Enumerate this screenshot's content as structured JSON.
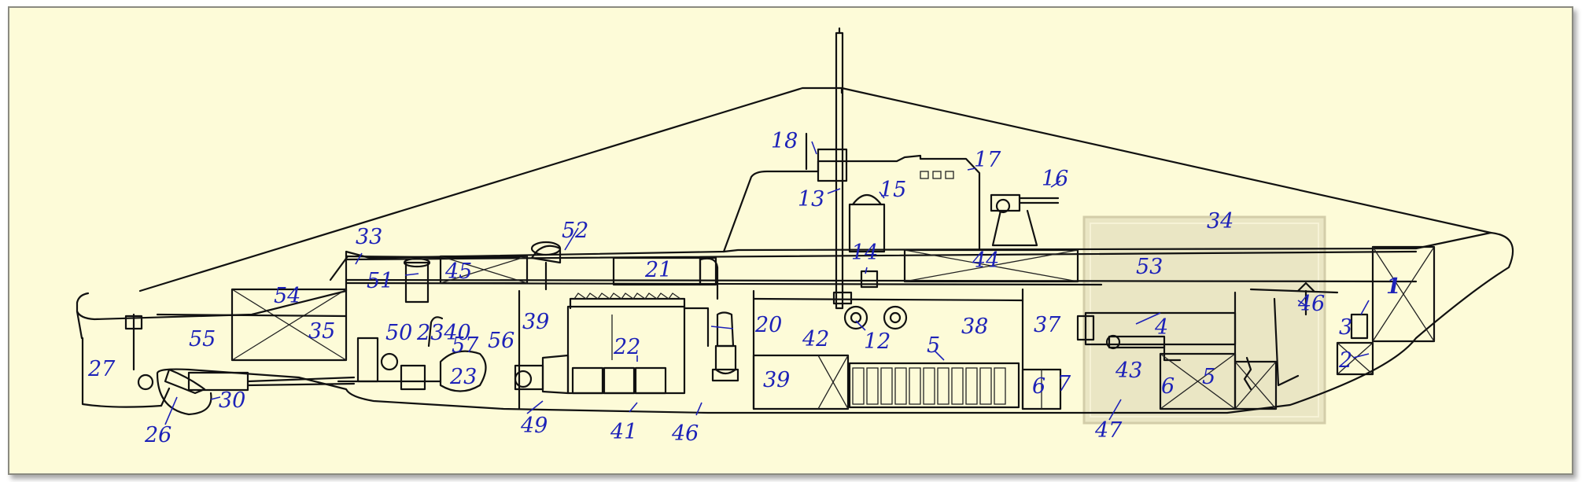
{
  "diagram": {
    "labels": [
      {
        "id": "l1",
        "text": "1"
      },
      {
        "id": "l2",
        "text": "2"
      },
      {
        "id": "l3",
        "text": "3"
      },
      {
        "id": "l4",
        "text": "4"
      },
      {
        "id": "l5a",
        "text": "5"
      },
      {
        "id": "l5b",
        "text": "5"
      },
      {
        "id": "l6a",
        "text": "6"
      },
      {
        "id": "l6b",
        "text": "6"
      },
      {
        "id": "l7",
        "text": "7"
      },
      {
        "id": "l12",
        "text": "12"
      },
      {
        "id": "l13",
        "text": "13"
      },
      {
        "id": "l14",
        "text": "14"
      },
      {
        "id": "l15",
        "text": "15"
      },
      {
        "id": "l16",
        "text": "16"
      },
      {
        "id": "l17",
        "text": "17"
      },
      {
        "id": "l18",
        "text": "18"
      },
      {
        "id": "l20",
        "text": "20"
      },
      {
        "id": "l21",
        "text": "21"
      },
      {
        "id": "l22",
        "text": "22"
      },
      {
        "id": "l23",
        "text": "23"
      },
      {
        "id": "l2340",
        "text": "2340"
      },
      {
        "id": "l26",
        "text": "26"
      },
      {
        "id": "l27",
        "text": "27"
      },
      {
        "id": "l30",
        "text": "30"
      },
      {
        "id": "l33",
        "text": "33"
      },
      {
        "id": "l34",
        "text": "34"
      },
      {
        "id": "l35",
        "text": "35"
      },
      {
        "id": "l37",
        "text": "37"
      },
      {
        "id": "l38",
        "text": "38"
      },
      {
        "id": "l39a",
        "text": "39"
      },
      {
        "id": "l39b",
        "text": "39"
      },
      {
        "id": "l41",
        "text": "41"
      },
      {
        "id": "l42",
        "text": "42"
      },
      {
        "id": "l43",
        "text": "43"
      },
      {
        "id": "l44",
        "text": "44"
      },
      {
        "id": "l45",
        "text": "45"
      },
      {
        "id": "l46a",
        "text": "46"
      },
      {
        "id": "l46b",
        "text": "46"
      },
      {
        "id": "l47",
        "text": "47"
      },
      {
        "id": "l49",
        "text": "49"
      },
      {
        "id": "l50",
        "text": "50"
      },
      {
        "id": "l51",
        "text": "51"
      },
      {
        "id": "l52",
        "text": "52"
      },
      {
        "id": "l53",
        "text": "53"
      },
      {
        "id": "l54",
        "text": "54"
      },
      {
        "id": "l55",
        "text": "55"
      },
      {
        "id": "l56",
        "text": "56"
      },
      {
        "id": "l57",
        "text": "57"
      }
    ],
    "colors": {
      "background": "#fdfbd8",
      "ink": "#111111",
      "label": "#1d22b8",
      "watermark": "#e9e4c2"
    }
  }
}
